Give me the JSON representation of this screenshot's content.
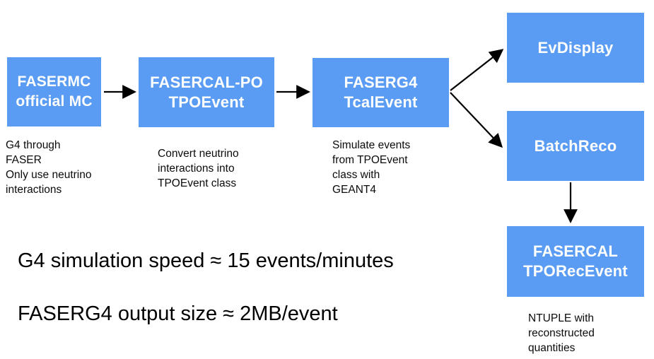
{
  "diagram": {
    "colors": {
      "node_fill": "#5a9cf4",
      "node_text": "#ffffff",
      "body_text": "#000000",
      "arrow": "#000000",
      "background": "#ffffff"
    },
    "nodes": {
      "fasermc": {
        "title": "FASERMC\nofficial MC",
        "caption": "G4 through\nFASER\nOnly use neutrino\ninteractions"
      },
      "fasercal_po": {
        "title": "FASERCAL-PO\nTPOEvent",
        "caption": "Convert neutrino\ninteractions into\nTPOEvent class"
      },
      "faserg4": {
        "title": "FASERG4\nTcalEvent",
        "caption": "Simulate events\nfrom TPOEvent\nclass with\nGEANT4"
      },
      "evdisplay": {
        "title": "EvDisplay"
      },
      "batchreco": {
        "title": "BatchReco"
      },
      "tporecevent": {
        "title": "FASERCAL\nTPORecEvent",
        "caption": "NTUPLE with\nreconstructed\nquantities"
      }
    },
    "edges": [
      {
        "from": "fasermc",
        "to": "fasercal_po"
      },
      {
        "from": "fasercal_po",
        "to": "faserg4"
      },
      {
        "from": "faserg4",
        "to": "evdisplay"
      },
      {
        "from": "faserg4",
        "to": "batchreco"
      },
      {
        "from": "batchreco",
        "to": "tporecevent"
      }
    ],
    "notes": [
      "G4 simulation speed ≈ 15 events/minutes",
      "FASERG4 output size ≈ 2MB/event"
    ]
  }
}
